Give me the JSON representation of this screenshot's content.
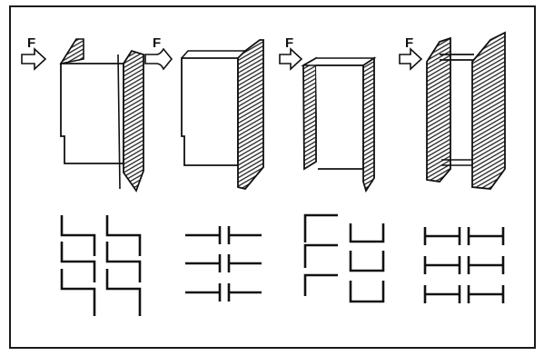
{
  "panels": [
    {
      "force_label": "F"
    },
    {
      "force_label": "F"
    },
    {
      "force_label": "F"
    },
    {
      "force_label": "F"
    }
  ],
  "colors": {
    "ink": "#111111",
    "hatch": "#333333",
    "paper": "#ffffff"
  }
}
